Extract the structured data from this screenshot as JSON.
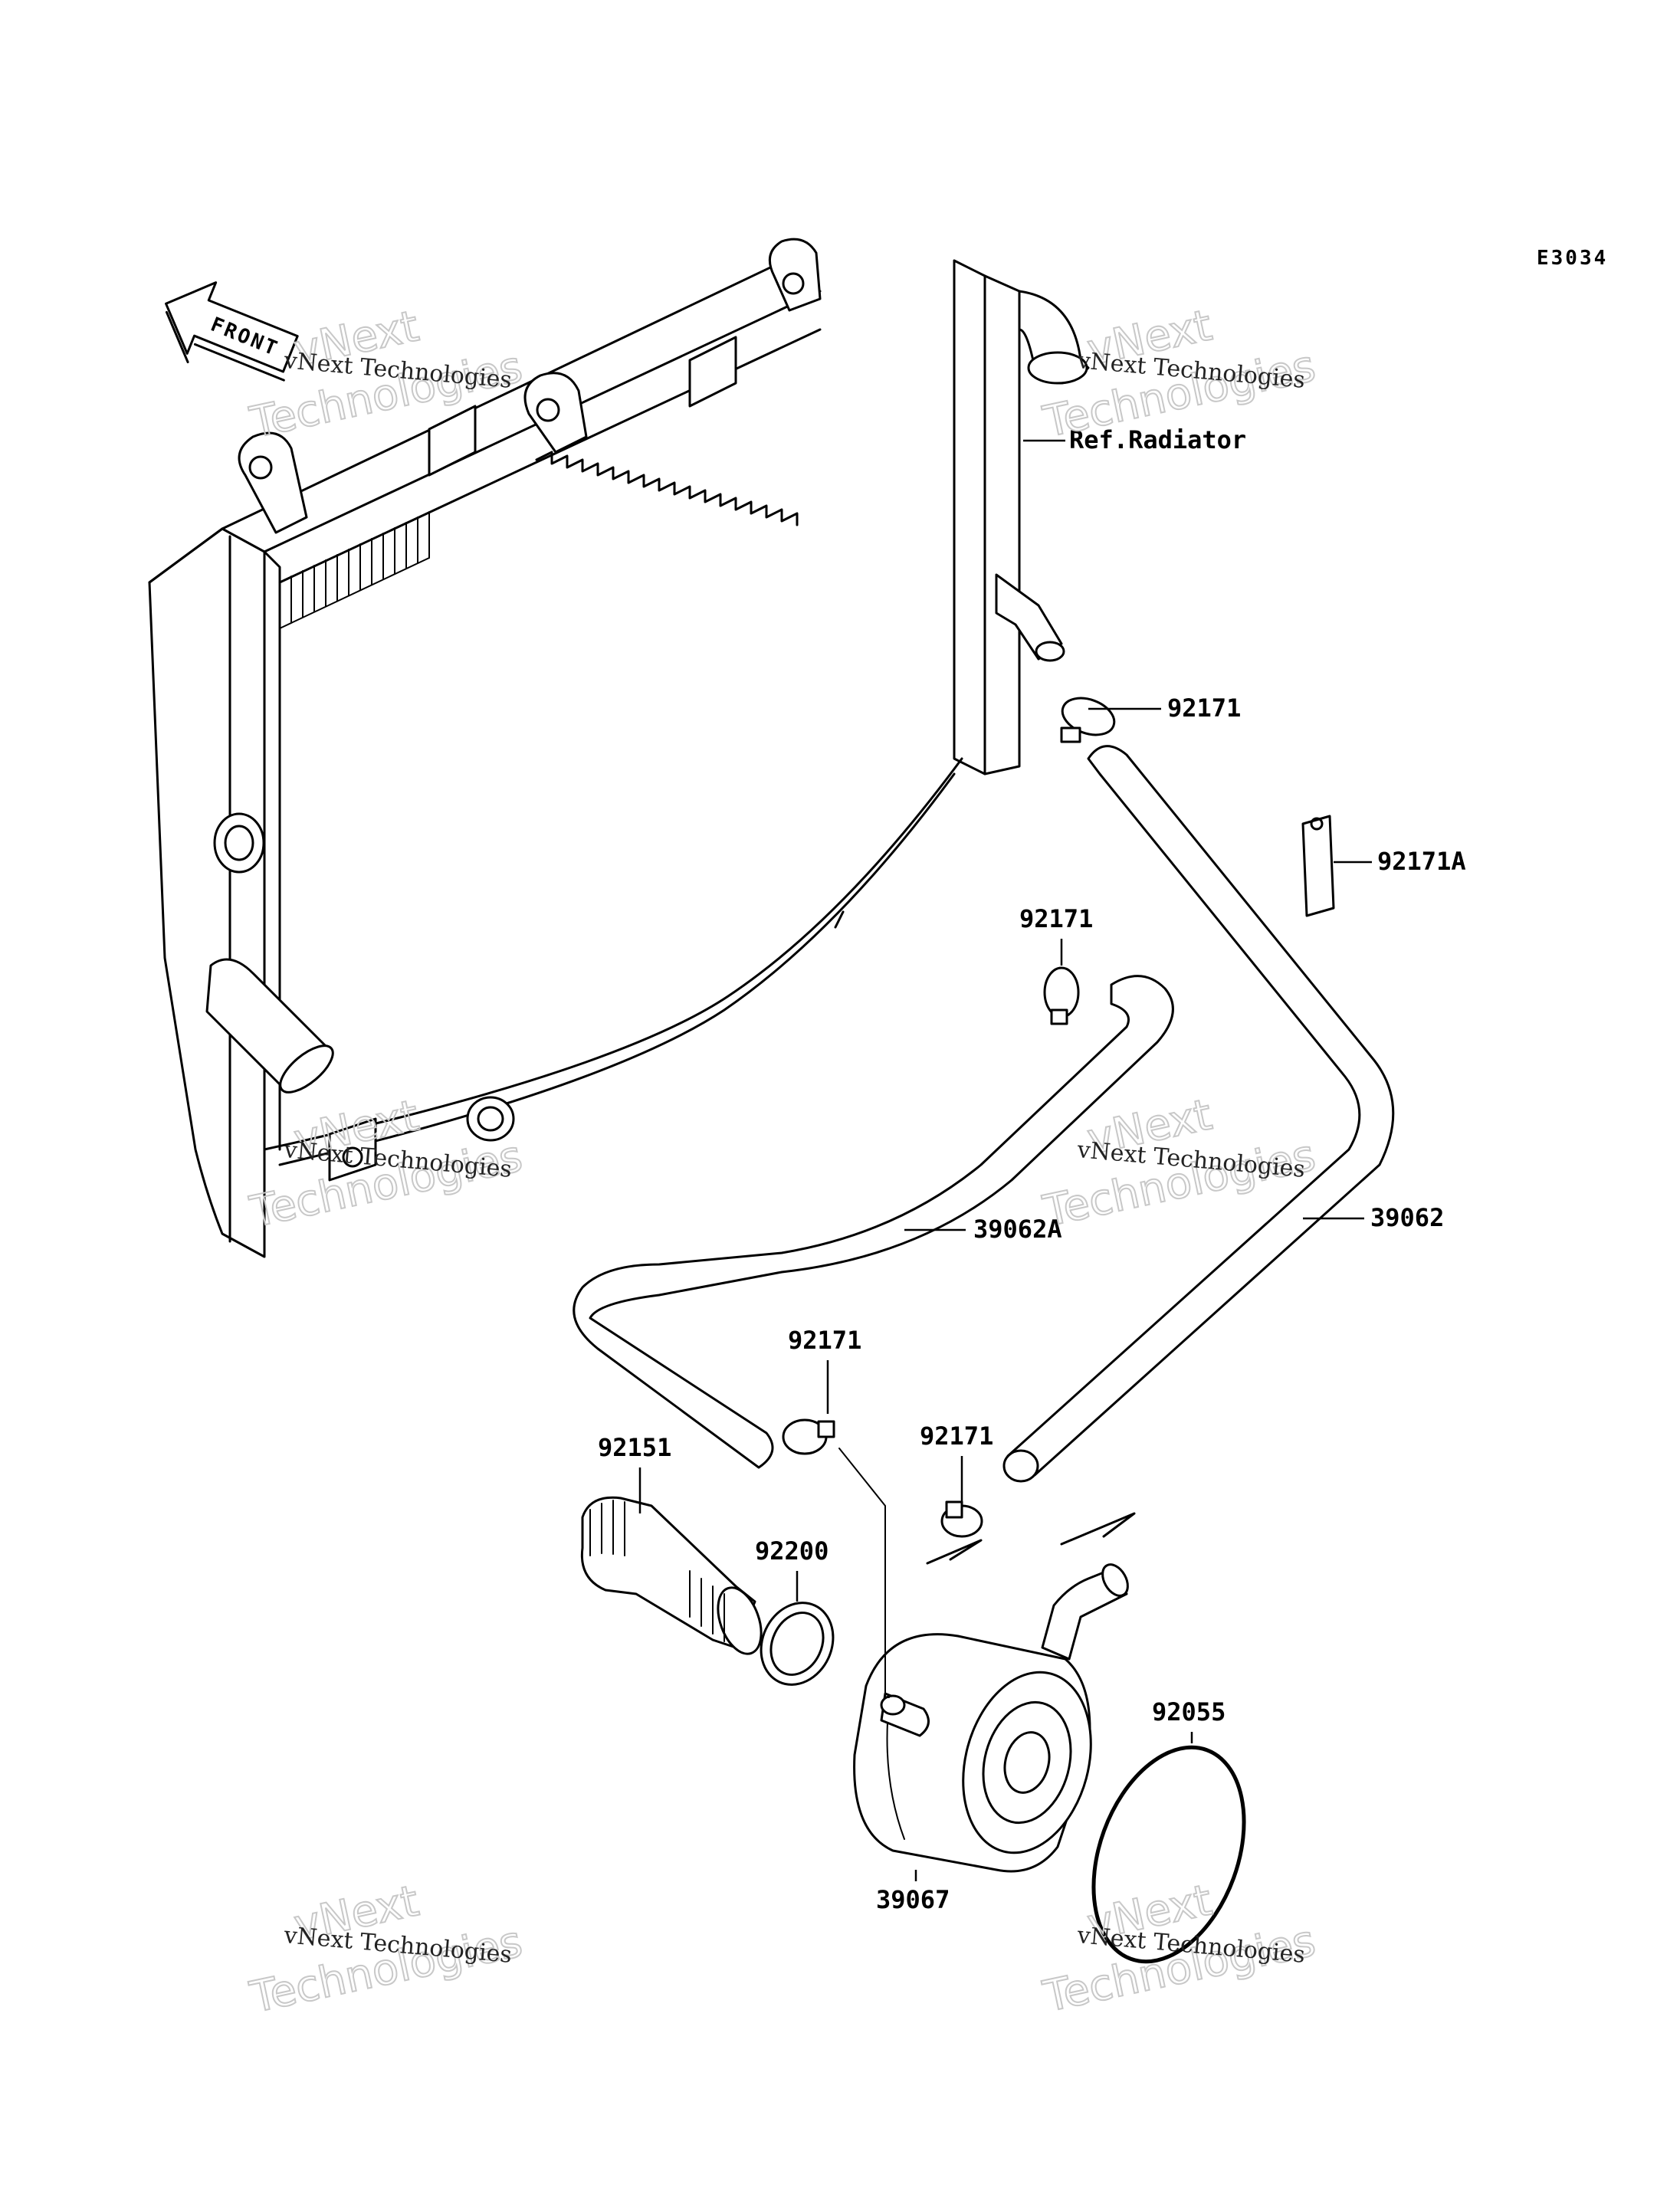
{
  "diagram_code": "E3034",
  "front_label": "FRONT",
  "ref_label": "Ref.Radiator",
  "parts": {
    "p92171_a": "92171",
    "p92171A": "92171A",
    "p92171_b": "92171",
    "p39062A": "39062A",
    "p39062": "39062",
    "p92171_c": "92171",
    "p92171_d": "92171",
    "p92151": "92151",
    "p92200": "92200",
    "p92055": "92055",
    "p39067": "39067"
  },
  "watermark": {
    "small": "vNext Technologies",
    "big_top": "vNext",
    "big_bottom": "Technologies"
  }
}
